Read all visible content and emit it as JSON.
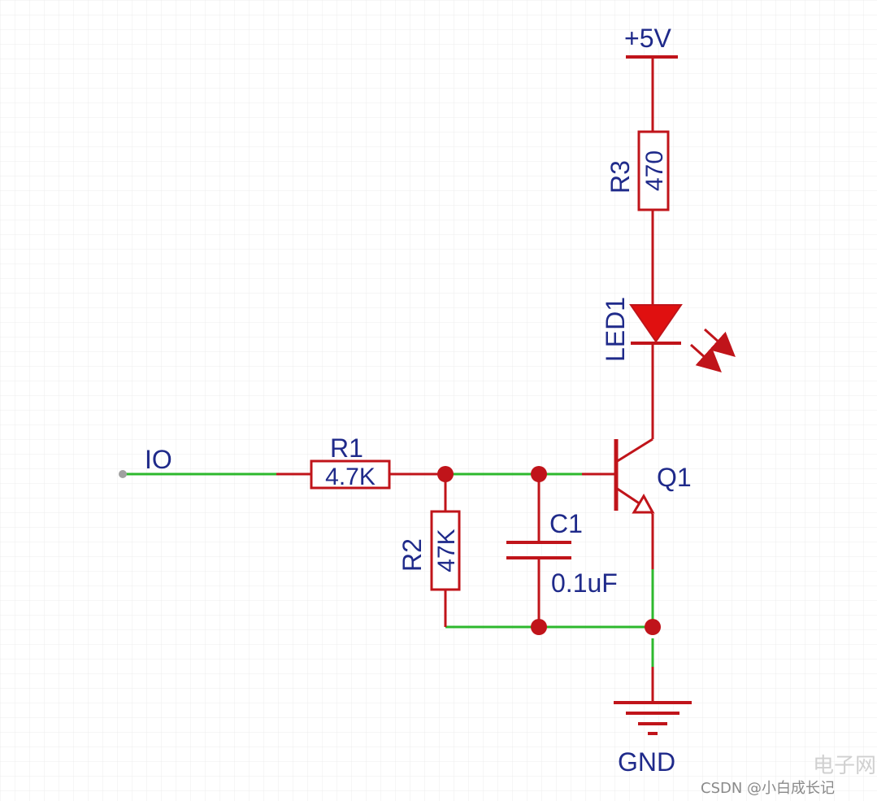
{
  "schematic": {
    "net_labels": {
      "io": "IO",
      "vcc": "+5V",
      "gnd": "GND"
    },
    "components": {
      "r1": {
        "designator": "R1",
        "value": "4.7K"
      },
      "r2": {
        "designator": "R2",
        "value": "47K"
      },
      "r3": {
        "designator": "R3",
        "value": "470"
      },
      "c1": {
        "designator": "C1",
        "value": "0.1uF"
      },
      "led1": {
        "designator": "LED1"
      },
      "q1": {
        "designator": "Q1"
      }
    },
    "colors": {
      "part": "#c0141a",
      "wire": "#2db82d",
      "label": "#1f2a8a",
      "led_fill": "#e01010",
      "grid": "#e4e4e4",
      "pin_dot": "#a0a0a0"
    }
  },
  "watermark": {
    "text": "CSDN @小白成长记",
    "logo_text": "电子网"
  }
}
